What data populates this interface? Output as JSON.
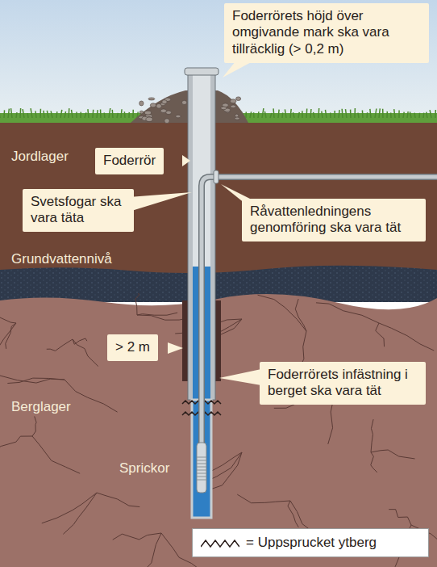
{
  "diagram": {
    "nodes": [
      {
        "text": [
          "Foderrörets höjd över omgivande mark ska vara tillräcklig (> 0,2 m)"
        ]
      },
      {
        "text": [
          "Foderrör"
        ]
      },
      {
        "text": [
          "Svetsfogar ska vara täta"
        ]
      },
      {
        "text": [
          "Råvattenledningens genomföring ska vara tät"
        ]
      },
      {
        "text": [
          "> 2 m"
        ]
      },
      {
        "text": [
          "Foderrörets infästning i berget ska vara tät"
        ]
      }
    ],
    "labels": [
      "Jordlager",
      "Grundvattennivå",
      "Berglager",
      "Sprickor"
    ],
    "legend": [
      {
        "text": "= Uppsprucket ytberg"
      }
    ]
  }
}
